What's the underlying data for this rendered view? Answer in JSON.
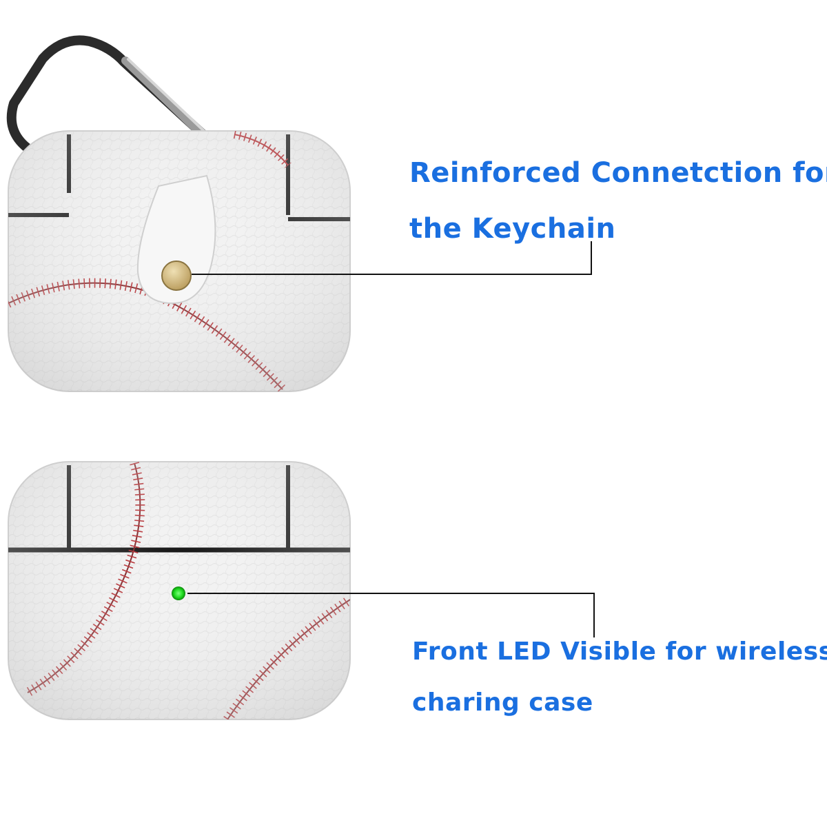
{
  "colors": {
    "caption_text": "#1a6fe0",
    "case_leather": "#f2f2f2",
    "stitch_red": "#b3282d",
    "seam_black": "#111111",
    "led_green": "#22dd22",
    "snap_button": "#d8c08a",
    "carabiner": "#2b2b2b"
  },
  "top_case": {
    "caption_line_1": "Reinforced Connetction for",
    "caption_line_2": "the Keychain",
    "callout_target": "snap-button",
    "icons": [
      "carabiner-icon",
      "snap-button-icon"
    ]
  },
  "bottom_case": {
    "caption_line_1": "Front LED Visible for wireless",
    "caption_line_2": "charing case",
    "callout_target": "led-indicator",
    "icons": [
      "led-indicator-icon"
    ]
  }
}
